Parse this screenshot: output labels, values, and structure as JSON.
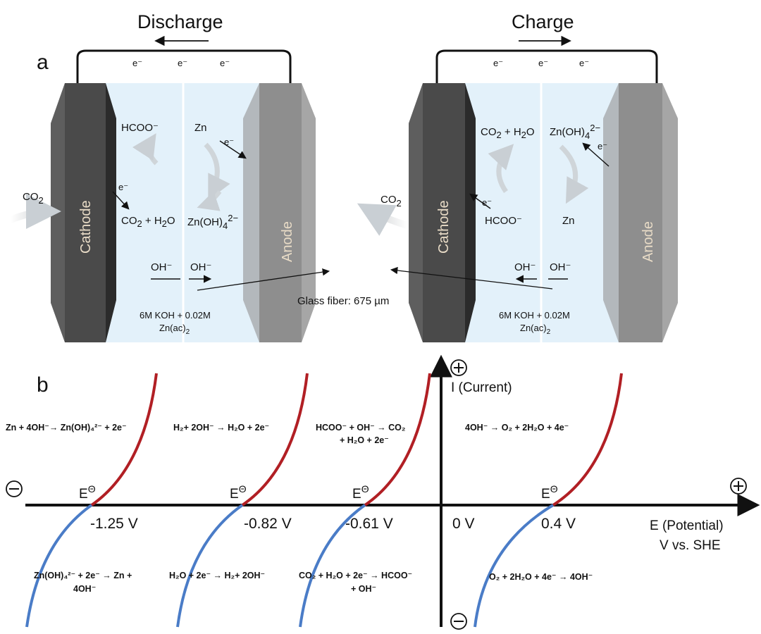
{
  "panels": {
    "a": "a",
    "b": "b"
  },
  "discharge": {
    "title": "Discharge",
    "electrons": [
      "e⁻",
      "e⁻",
      "e⁻"
    ],
    "cathode": "Cathode",
    "anode": "Anode",
    "co2_in": "CO",
    "co2_sub": "2",
    "formate": "HCOO⁻",
    "zn": "Zn",
    "e_right": "e⁻",
    "e_left": "e⁻",
    "co2_h2o": "CO",
    "co2_h2o_rest": " + H",
    "co2_h2o_end": "O",
    "zincate": "Zn(OH)",
    "zincate_sup": "2−",
    "oh1": "OH⁻",
    "oh2": "OH⁻",
    "electrolyte1": "6M KOH + 0.02M",
    "electrolyte2": "Zn(ac)"
  },
  "charge": {
    "title": "Charge",
    "electrons": [
      "e⁻",
      "e⁻",
      "e⁻"
    ],
    "cathode": "Cathode",
    "anode": "Anode",
    "co2_out": "CO",
    "co2_h2o": "CO",
    "co2_h2o_rest": " + H",
    "co2_h2o_end": "O",
    "zincate": "Zn(OH)",
    "zincate_sup": "2−",
    "e_right": "e⁻",
    "e_left": "e⁻",
    "formate": "HCOO⁻",
    "zn": "Zn",
    "oh1": "OH⁻",
    "oh2": "OH⁻",
    "electrolyte1": "6M KOH + 0.02M",
    "electrolyte2": "Zn(ac)"
  },
  "glass_fiber": "Glass fiber: 675 µm",
  "diagram_b": {
    "current_label": "I (Current)",
    "potential_label": "E (Potential)",
    "potential_unit": "V vs. SHE",
    "plus": "+",
    "minus": "−",
    "e_theta": "E",
    "theta": "Θ",
    "potentials": [
      "-1.25 V",
      "-0.82 V",
      "-0.61 V",
      "0 V",
      "0.4 V"
    ],
    "ox_eq": [
      "Zn + 4OH⁻→ Zn(OH)₄²⁻ + 2e⁻",
      "H₂+ 2OH⁻ → H₂O + 2e⁻",
      "HCOO⁻ + OH⁻ → CO₂",
      "+ H₂O + 2e⁻",
      "4OH⁻ → O₂ + 2H₂O + 4e⁻"
    ],
    "red_eq": [
      "Zn(OH)₄²⁻ + 2e⁻ → Zn +",
      "4OH⁻",
      "H₂O + 2e⁻ → H₂+ 2OH⁻",
      "CO₂ + H₂O + 2e⁻ → HCOO⁻",
      "+ OH⁻",
      "O₂ + 2H₂O + 4e⁻ → 4OH⁻"
    ]
  },
  "colors": {
    "red_curve": "#b11f24",
    "blue_curve": "#4a7cc7",
    "cathode": "#454545",
    "anode": "#9b9b9b",
    "electrolyte": "#e3f1fa"
  }
}
